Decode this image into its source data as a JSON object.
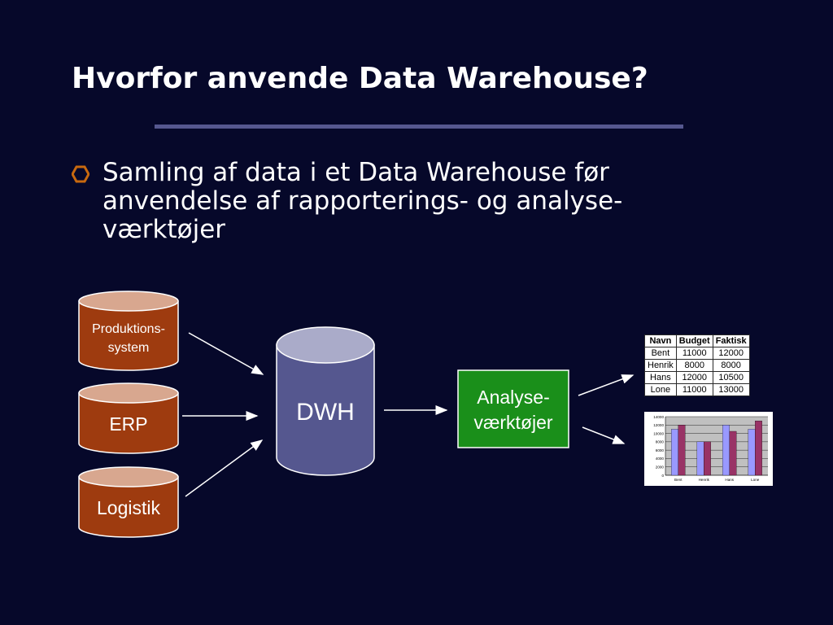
{
  "slide": {
    "title": "Hvorfor anvende Data Warehouse?",
    "bullet": "Samling af data i et Data Warehouse før anvendelse af rapporterings- og analyse-værktøjer"
  },
  "sources": [
    {
      "lines": [
        "Produktions-",
        "system"
      ]
    },
    {
      "lines": [
        "ERP"
      ]
    },
    {
      "lines": [
        "Logistik"
      ]
    }
  ],
  "dwh_label": "DWH",
  "tool_lines": [
    "Analyse-",
    "værktøjer"
  ],
  "report_table": {
    "headers": [
      "Navn",
      "Budget",
      "Faktisk"
    ],
    "rows": [
      [
        "Bent",
        "11000",
        "12000"
      ],
      [
        "Henrik",
        "8000",
        "8000"
      ],
      [
        "Hans",
        "12000",
        "10500"
      ],
      [
        "Lone",
        "11000",
        "13000"
      ]
    ]
  },
  "chart_data": {
    "type": "bar",
    "categories": [
      "Bent",
      "Henrik",
      "Hans",
      "Lone"
    ],
    "series": [
      {
        "values": [
          11000,
          8000,
          12000,
          11000
        ],
        "color": "#9999ff"
      },
      {
        "values": [
          12000,
          8000,
          10500,
          13000
        ],
        "color": "#993366"
      }
    ],
    "yticks": [
      0,
      2000,
      4000,
      6000,
      8000,
      10000,
      12000,
      14000
    ],
    "ylim": [
      0,
      14000
    ],
    "grid": true
  },
  "colors": {
    "background": "#06082a",
    "source_cylinder": "#9e3b0f",
    "source_cylinder_top": "#d8a78f",
    "dwh_cylinder": "#55578f",
    "dwh_cylinder_top": "#aaabc9",
    "tool_box": "#1a8f1a",
    "bullet": "#c8690f",
    "rule": "#55578f"
  },
  "icons": {
    "bullet": "hexagon-outline-icon"
  }
}
